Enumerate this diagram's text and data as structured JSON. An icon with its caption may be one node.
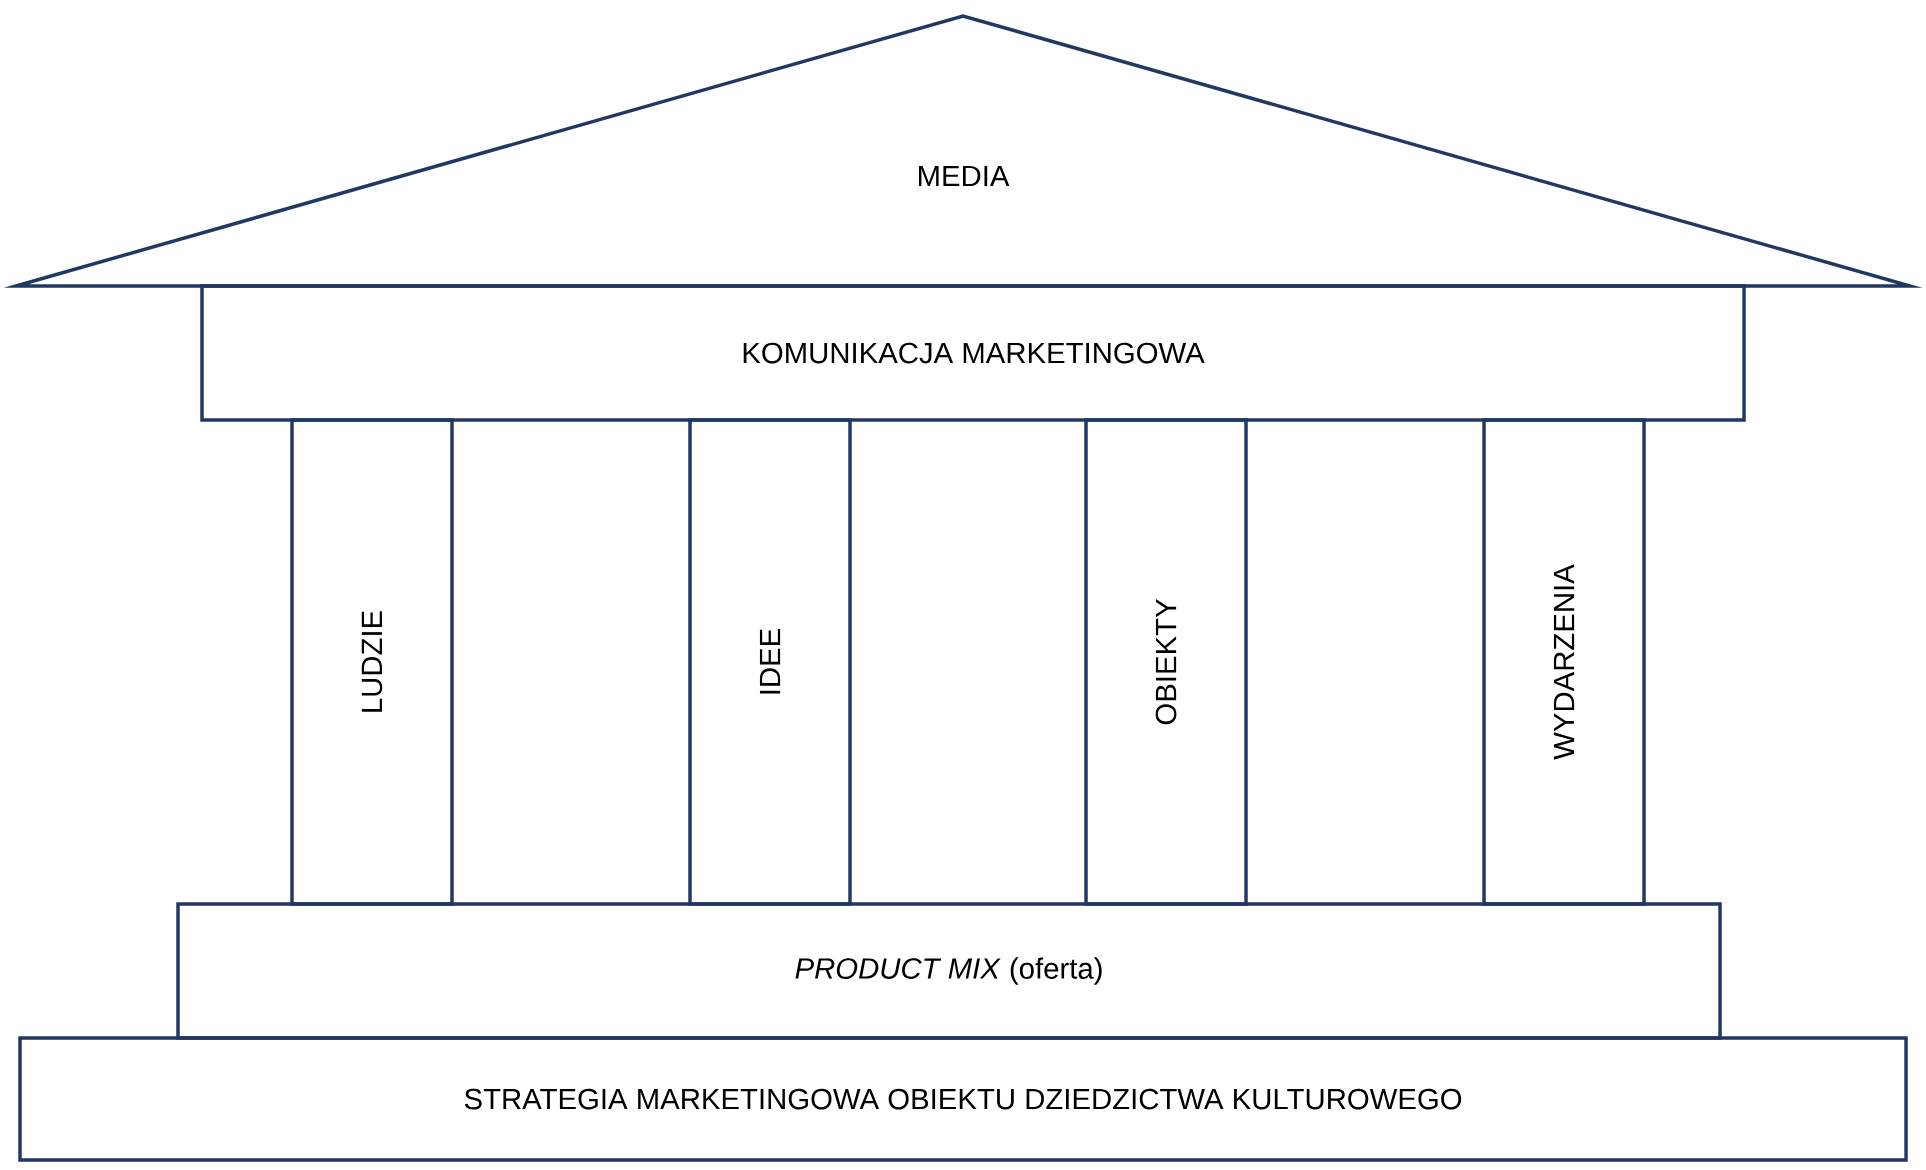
{
  "diagram": {
    "nodes": [
      {
        "text": [
          "MEDIA"
        ]
      },
      {
        "text": [
          "KOMUNIKACJA MARKETINGOWA"
        ]
      },
      {
        "text": [
          "LUDZIE"
        ]
      },
      {
        "text": [
          "IDEE"
        ]
      },
      {
        "text": [
          "OBIEKTY"
        ]
      },
      {
        "text": [
          "WYDARZENIA"
        ]
      },
      {
        "text": [
          "*PRODUCT MIX* (oferta)"
        ]
      },
      {
        "text": [
          "STRATEGIA MARKETINGOWA OBIEKTU DZIEDZICTWA KULTUROWEGO"
        ]
      }
    ]
  }
}
